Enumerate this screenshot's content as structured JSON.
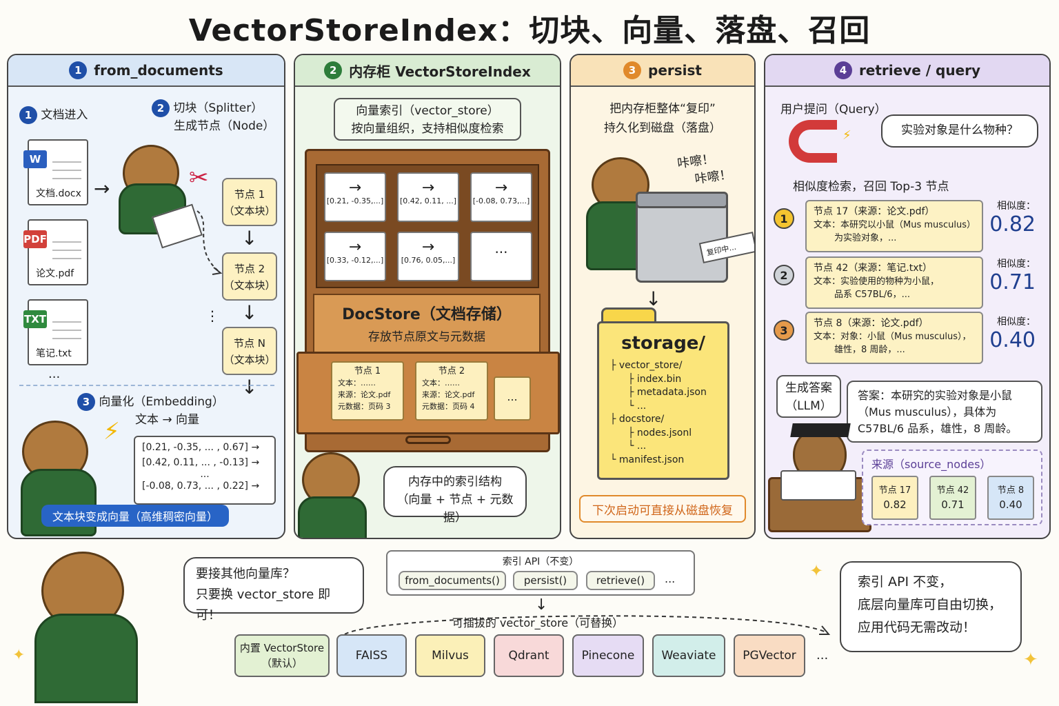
{
  "title": "VectorStoreIndex：切块、向量、落盘、召回",
  "colors": {
    "blue": "#1f4fa8",
    "green": "#2d7d3a",
    "orange": "#e0892b",
    "purple": "#5b3f96"
  },
  "panel1": {
    "num": "1",
    "header": "from_documents",
    "step1_num": "1",
    "step1_label": "文档进入",
    "step2_num": "2",
    "step2_label": "切块（Splitter）",
    "step2_sub": "生成节点（Node）",
    "docs": [
      {
        "badge": "W",
        "name": "文档.docx"
      },
      {
        "badge": "PDF",
        "name": "论文.pdf"
      },
      {
        "badge": "TXT",
        "name": "笔记.txt"
      }
    ],
    "docs_more": "...",
    "nodes": [
      {
        "l1": "节点 1",
        "l2": "（文本块）"
      },
      {
        "l1": "节点 2",
        "l2": "（文本块）"
      },
      {
        "l1": "节点 N",
        "l2": "（文本块）"
      }
    ],
    "node_dots": "⋮",
    "step3_num": "3",
    "step3_label": "向量化（Embedding）",
    "step3_sub": "文本 → 向量",
    "vectors": [
      "[0.21, -0.35, ... , 0.67]",
      "[0.42, 0.11, ... , -0.13]",
      "...",
      "[-0.08, 0.73, ... , 0.22]"
    ],
    "footer": "文本块变成向量（高维稠密向量）"
  },
  "panel2": {
    "num": "2",
    "header": "内存柜 VectorStoreIndex",
    "label_l1": "向量索引（vector_store）",
    "label_l2": "按向量组织，支持相似度检索",
    "cells": [
      "[0.21, -0.35,...]",
      "[0.42, 0.11, ...]",
      "[-0.08, 0.73,...]",
      "[0.33, -0.12,...]",
      "[0.76, 0.05,...]",
      "..."
    ],
    "docstore_title": "DocStore（文档存储）",
    "docstore_sub": "存放节点原文与元数据",
    "cards": [
      {
        "title": "节点 1",
        "text": "文本：……",
        "src": "来源：论文.pdf",
        "meta": "元数据：页码 3"
      },
      {
        "title": "节点 2",
        "text": "文本：……",
        "src": "来源：论文.pdf",
        "meta": "元数据：页码 4"
      }
    ],
    "cards_more": "...",
    "bubble_l1": "内存中的索引结构",
    "bubble_l2": "（向量 + 节点 + 元数据）"
  },
  "panel3": {
    "num": "3",
    "header": "persist",
    "sub_l1": "把内存柜整体“复印”",
    "sub_l2": "持久化到磁盘（落盘）",
    "sound_l1": "咔嚓！",
    "sound_l2": "咔嚓！",
    "paper": "复印中...",
    "folder": "storage/",
    "tree": [
      "vector_store/",
      "index.bin",
      "metadata.json",
      "...",
      "docstore/",
      "nodes.jsonl",
      "...",
      "manifest.json"
    ],
    "footer": "下次启动可直接从磁盘恢复"
  },
  "panel4": {
    "num": "4",
    "header": "retrieve / query",
    "query_label": "用户提问（Query）",
    "query_text": "实验对象是什么物种？",
    "search_label": "相似度检索，召回 Top-3 节点",
    "hits": [
      {
        "rank": "1",
        "title": "节点 17（来源：论文.pdf）",
        "l1": "文本：本研究以小鼠（Mus musculus）",
        "l2": "为实验对象，...",
        "sim_label": "相似度：",
        "sim": "0.82"
      },
      {
        "rank": "2",
        "title": "节点 42（来源：笔记.txt）",
        "l1": "文本：实验使用的物种为小鼠，",
        "l2": "品系 C57BL/6，...",
        "sim_label": "相似度：",
        "sim": "0.71"
      },
      {
        "rank": "3",
        "title": "节点 8（来源：论文.pdf）",
        "l1": "文本：对象：小鼠（Mus musculus），",
        "l2": "雄性，8 周龄，...",
        "sim_label": "相似度：",
        "sim": "0.40"
      }
    ],
    "llm_l1": "生成答案",
    "llm_l2": "（LLM）",
    "answer_l1": "答案：本研究的实验对象是小鼠",
    "answer_l2": "（Mus musculus），具体为",
    "answer_l3": "C57BL/6 品系，雄性，8 周龄。",
    "sources_label": "来源（source_nodes）",
    "sources": [
      {
        "name": "节点 17",
        "score": "0.82"
      },
      {
        "name": "节点 42",
        "score": "0.71"
      },
      {
        "name": "节点 8",
        "score": "0.40"
      }
    ]
  },
  "bottom": {
    "bear_l1": "要接其他向量库？",
    "bear_l2": "只要换 vector_store 即可！",
    "api_label": "索引 API（不变）",
    "api": [
      "from_documents()",
      "persist()",
      "retrieve()"
    ],
    "api_more": "...",
    "plug_label": "可插拔的 vector_store（可替换）",
    "stores": [
      {
        "name": "内置 VectorStore",
        "sub": "（默认）",
        "color": "#e3f1d3"
      },
      {
        "name": "FAISS",
        "sub": "",
        "color": "#d6e6f7"
      },
      {
        "name": "Milvus",
        "sub": "",
        "color": "#fbf0b8"
      },
      {
        "name": "Qdrant",
        "sub": "",
        "color": "#f8d9d9"
      },
      {
        "name": "Pinecone",
        "sub": "",
        "color": "#e6dcf4"
      },
      {
        "name": "Weaviate",
        "sub": "",
        "color": "#d2eeea"
      },
      {
        "name": "PGVector",
        "sub": "",
        "color": "#f9dcc3"
      }
    ],
    "stores_more": "...",
    "right_l1": "索引 API 不变，",
    "right_l2": "底层向量库可自由切换，",
    "right_l3": "应用代码无需改动！"
  }
}
